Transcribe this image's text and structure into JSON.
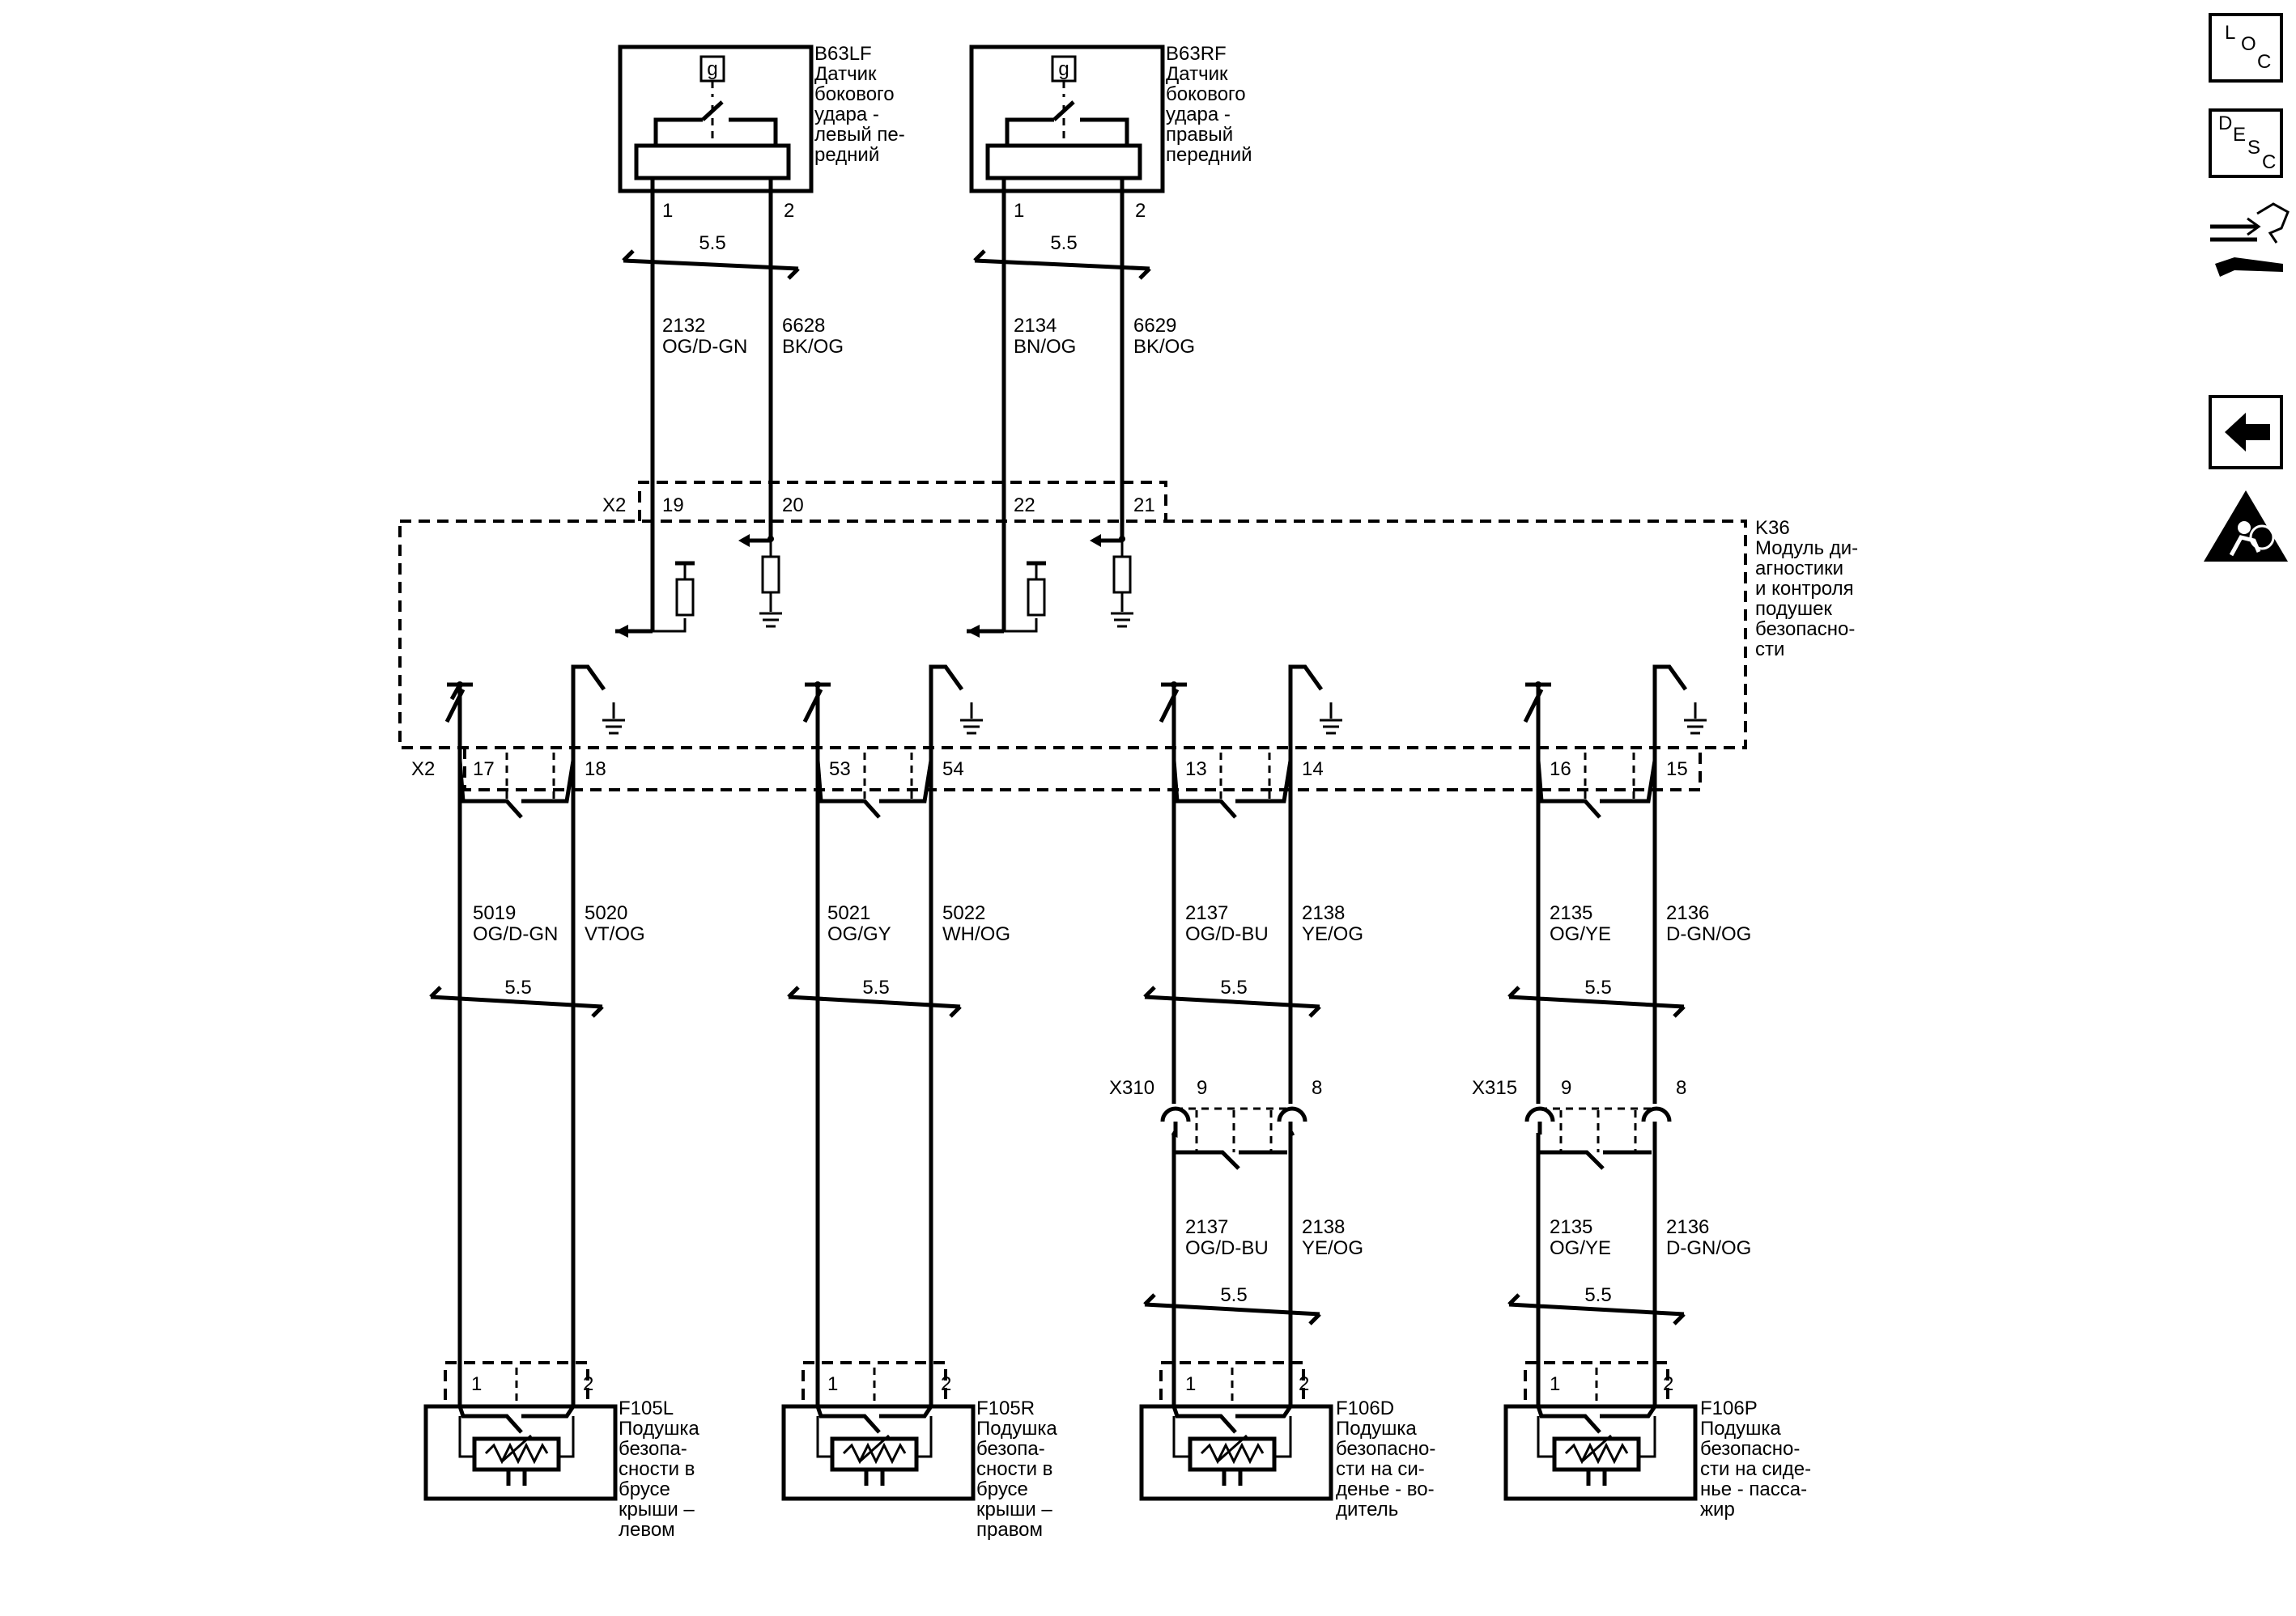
{
  "connectors": {
    "x2": "X2",
    "x310": "X310",
    "x315": "X315"
  },
  "sensors": [
    {
      "ref": "B63LF",
      "label": [
        "Датчик",
        "бокового",
        "удара -",
        "левый пе-",
        "редний"
      ],
      "icon": "g",
      "pins": [
        "1",
        "2"
      ]
    },
    {
      "ref": "B63RF",
      "label": [
        "Датчик",
        "бокового",
        "удара -",
        "правый",
        "передний"
      ],
      "icon": "g",
      "pins": [
        "1",
        "2"
      ]
    }
  ],
  "module": {
    "ref": "K36",
    "label": [
      "Модуль ди-",
      "агностики",
      "и контроля",
      "подушек",
      "безопасно-",
      "сти"
    ]
  },
  "top_wires": [
    {
      "circuit": "2132",
      "color": "OG/D-GN",
      "x2_pin": "19"
    },
    {
      "circuit": "6628",
      "color": "BK/OG",
      "x2_pin": "20"
    },
    {
      "circuit": "2134",
      "color": "BN/OG",
      "x2_pin": "22"
    },
    {
      "circuit": "6629",
      "color": "BK/OG",
      "x2_pin": "21"
    }
  ],
  "wire_size": "5.5",
  "bottom_pairs": [
    {
      "x2_pins": [
        "17",
        "18"
      ],
      "wires": [
        {
          "circuit": "5019",
          "color": "OG/D-GN"
        },
        {
          "circuit": "5020",
          "color": "VT/OG"
        }
      ]
    },
    {
      "x2_pins": [
        "53",
        "54"
      ],
      "wires": [
        {
          "circuit": "5021",
          "color": "OG/GY"
        },
        {
          "circuit": "5022",
          "color": "WH/OG"
        }
      ]
    },
    {
      "x2_pins": [
        "13",
        "14"
      ],
      "wires": [
        {
          "circuit": "2137",
          "color": "OG/D-BU"
        },
        {
          "circuit": "2138",
          "color": "YE/OG"
        }
      ]
    },
    {
      "x2_pins": [
        "16",
        "15"
      ],
      "wires": [
        {
          "circuit": "2135",
          "color": "OG/YE"
        },
        {
          "circuit": "2136",
          "color": "D-GN/OG"
        }
      ]
    }
  ],
  "inline_connectors": [
    {
      "pins": [
        "9",
        "8"
      ],
      "wires": [
        {
          "circuit": "2137",
          "color": "OG/D-BU"
        },
        {
          "circuit": "2138",
          "color": "YE/OG"
        }
      ]
    },
    {
      "pins": [
        "9",
        "8"
      ],
      "wires": [
        {
          "circuit": "2135",
          "color": "OG/YE"
        },
        {
          "circuit": "2136",
          "color": "D-GN/OG"
        }
      ]
    }
  ],
  "airbags": [
    {
      "ref": "F105L",
      "label": [
        "Подушка",
        "безопа-",
        "сности в",
        "брусе",
        "крыши –",
        "левом"
      ],
      "pins": [
        "1",
        "2"
      ]
    },
    {
      "ref": "F105R",
      "label": [
        "Подушка",
        "безопа-",
        "сности в",
        "брусе",
        "крыши –",
        "правом"
      ],
      "pins": [
        "1",
        "2"
      ]
    },
    {
      "ref": "F106D",
      "label": [
        "Подушка",
        "безопасно-",
        "сти на си-",
        "денье - во-",
        "дитель"
      ],
      "pins": [
        "1",
        "2"
      ]
    },
    {
      "ref": "F106P",
      "label": [
        "Подушка",
        "безопасно-",
        "сти на сиде-",
        "нье - пасса-",
        "жир"
      ],
      "pins": [
        "1",
        "2"
      ]
    }
  ],
  "sidebar": {
    "loc": {
      "l": "L",
      "o": "O",
      "c": "C"
    },
    "desc": {
      "d": "D",
      "e": "E",
      "s": "S",
      "c": "C"
    },
    "icons": [
      "connector-end-view-icon",
      "back-arrow-icon",
      "airbag-warning-icon"
    ]
  }
}
